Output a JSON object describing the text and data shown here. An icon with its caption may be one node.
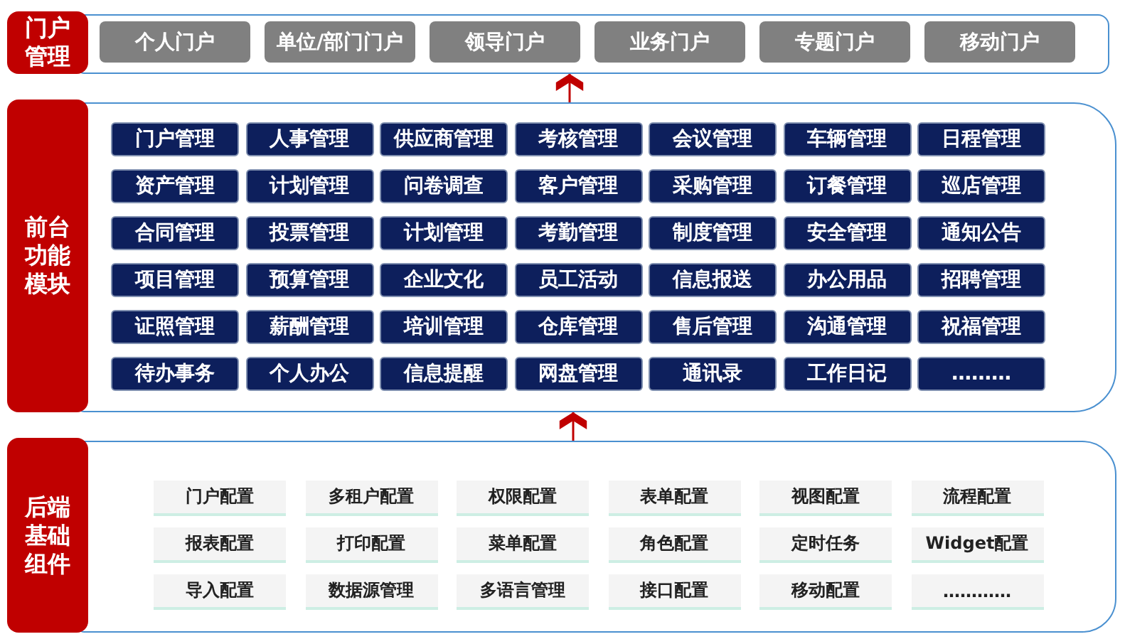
{
  "diagram": {
    "nodes": [
      {
        "text": [
          "门户管理"
        ]
      },
      {
        "text": [
          "个人门户"
        ],
        "in": 0
      },
      {
        "text": [
          "单位/部门门户"
        ],
        "in": 0
      },
      {
        "text": [
          "领导门户"
        ],
        "in": 0
      },
      {
        "text": [
          "业务门户"
        ],
        "in": 0
      },
      {
        "text": [
          "专题门户"
        ],
        "in": 0
      },
      {
        "text": [
          "移动门户"
        ],
        "in": 0
      },
      {
        "text": [
          "前台功能模块"
        ]
      },
      {
        "text": [
          "门户管理"
        ],
        "in": 7
      },
      {
        "text": [
          "人事管理"
        ],
        "in": 7
      },
      {
        "text": [
          "供应商管理"
        ],
        "in": 7
      },
      {
        "text": [
          "考核管理"
        ],
        "in": 7
      },
      {
        "text": [
          "会议管理"
        ],
        "in": 7
      },
      {
        "text": [
          "车辆管理"
        ],
        "in": 7
      },
      {
        "text": [
          "日程管理"
        ],
        "in": 7
      },
      {
        "text": [
          "资产管理"
        ],
        "in": 7
      },
      {
        "text": [
          "计划管理"
        ],
        "in": 7
      },
      {
        "text": [
          "问卷调查"
        ],
        "in": 7
      },
      {
        "text": [
          "客户管理"
        ],
        "in": 7
      },
      {
        "text": [
          "采购管理"
        ],
        "in": 7
      },
      {
        "text": [
          "订餐管理"
        ],
        "in": 7
      },
      {
        "text": [
          "巡店管理"
        ],
        "in": 7
      },
      {
        "text": [
          "合同管理"
        ],
        "in": 7
      },
      {
        "text": [
          "投票管理"
        ],
        "in": 7
      },
      {
        "text": [
          "计划管理"
        ],
        "in": 7
      },
      {
        "text": [
          "考勤管理"
        ],
        "in": 7
      },
      {
        "text": [
          "制度管理"
        ],
        "in": 7
      },
      {
        "text": [
          "安全管理"
        ],
        "in": 7
      },
      {
        "text": [
          "通知公告"
        ],
        "in": 7
      },
      {
        "text": [
          "项目管理"
        ],
        "in": 7
      },
      {
        "text": [
          "预算管理"
        ],
        "in": 7
      },
      {
        "text": [
          "企业文化"
        ],
        "in": 7
      },
      {
        "text": [
          "员工活动"
        ],
        "in": 7
      },
      {
        "text": [
          "信息报送"
        ],
        "in": 7
      },
      {
        "text": [
          "办公用品"
        ],
        "in": 7
      },
      {
        "text": [
          "招聘管理"
        ],
        "in": 7
      },
      {
        "text": [
          "证照管理"
        ],
        "in": 7
      },
      {
        "text": [
          "薪酬管理"
        ],
        "in": 7
      },
      {
        "text": [
          "培训管理"
        ],
        "in": 7
      },
      {
        "text": [
          "仓库管理"
        ],
        "in": 7
      },
      {
        "text": [
          "售后管理"
        ],
        "in": 7
      },
      {
        "text": [
          "沟通管理"
        ],
        "in": 7
      },
      {
        "text": [
          "祝福管理"
        ],
        "in": 7
      },
      {
        "text": [
          "待办事务"
        ],
        "in": 7
      },
      {
        "text": [
          "个人办公"
        ],
        "in": 7
      },
      {
        "text": [
          "信息提醒"
        ],
        "in": 7
      },
      {
        "text": [
          "网盘管理"
        ],
        "in": 7
      },
      {
        "text": [
          "通讯录"
        ],
        "in": 7
      },
      {
        "text": [
          "工作日记"
        ],
        "in": 7
      },
      {
        "text": [
          "………"
        ],
        "in": 7
      },
      {
        "text": [
          "后端基础组件"
        ]
      },
      {
        "text": [
          "门户配置"
        ],
        "in": 50
      },
      {
        "text": [
          "多租户配置"
        ],
        "in": 50
      },
      {
        "text": [
          "权限配置"
        ],
        "in": 50
      },
      {
        "text": [
          "表单配置"
        ],
        "in": 50
      },
      {
        "text": [
          "视图配置"
        ],
        "in": 50
      },
      {
        "text": [
          "流程配置"
        ],
        "in": 50
      },
      {
        "text": [
          "报表配置"
        ],
        "in": 50
      },
      {
        "text": [
          "打印配置"
        ],
        "in": 50
      },
      {
        "text": [
          "菜单配置"
        ],
        "in": 50
      },
      {
        "text": [
          "角色配置"
        ],
        "in": 50
      },
      {
        "text": [
          "定时任务"
        ],
        "in": 50
      },
      {
        "text": [
          "Widget配置"
        ],
        "in": 50
      },
      {
        "text": [
          "导入配置"
        ],
        "in": 50
      },
      {
        "text": [
          "数据源管理"
        ],
        "in": 50
      },
      {
        "text": [
          "多语言管理"
        ],
        "in": 50
      },
      {
        "text": [
          "接口配置"
        ],
        "in": 50
      },
      {
        "text": [
          "移动配置"
        ],
        "in": 50
      },
      {
        "text": [
          "…………"
        ],
        "in": 50
      }
    ],
    "edges": [
      {
        "from": 7,
        "to": 0,
        "arrow": "to"
      },
      {
        "from": 50,
        "to": 7,
        "arrow": "to"
      }
    ]
  }
}
